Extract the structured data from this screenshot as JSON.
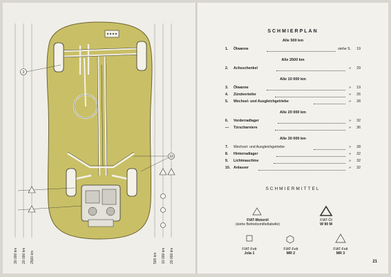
{
  "left_page": {
    "diagram_markers": {
      "circle_2": "2",
      "circle_10": "10"
    },
    "interval_labels": [
      {
        "text": "30 000 km"
      },
      {
        "text": "20 000 km"
      },
      {
        "text": "2500 km"
      },
      {
        "text": "500 km"
      },
      {
        "text": "10 000 km"
      },
      {
        "text": "20 000 km"
      }
    ]
  },
  "right_page": {
    "title": "SCHMIERPLAN",
    "sections": [
      {
        "heading": "Alle 500 km",
        "rows": [
          {
            "num": "1.",
            "label": "Ölwanne",
            "ref": "siehe S.",
            "page": "19"
          }
        ]
      },
      {
        "heading": "Alle 2500 km",
        "rows": [
          {
            "num": "2.",
            "label": "Achsschenkel",
            "ref": "»",
            "page": "29"
          }
        ]
      },
      {
        "heading": "Alle 10 000 km",
        "rows": [
          {
            "num": "3.",
            "label": "Ölwanne",
            "ref": "»",
            "page": "19"
          },
          {
            "num": "4.",
            "label": "Zündverteiler",
            "ref": "»",
            "page": "26"
          },
          {
            "num": "5.",
            "label": "Wechsel- und Ausgleichgetriebe",
            "ref": "»",
            "page": "28"
          }
        ]
      },
      {
        "heading": "Alle 20 000 km",
        "rows": [
          {
            "num": "6.",
            "label": "Vorderradlager",
            "ref": "»",
            "page": "32"
          },
          {
            "num": "—",
            "label": "Türscharniere",
            "ref": "»",
            "page": "36"
          }
        ]
      },
      {
        "heading": "Alle 30 000 km",
        "rows": [
          {
            "num": "7.",
            "label": "Wechsel- und Ausgleichgetriebe",
            "ref": "»",
            "page": "28"
          },
          {
            "num": "8.",
            "label": "Hinterradlager",
            "ref": "»",
            "page": "32"
          },
          {
            "num": "9.",
            "label": "Lichtmaschine",
            "ref": "»",
            "page": "32"
          },
          {
            "num": "10.",
            "label": "Anlasser",
            "ref": "»",
            "page": "32"
          }
        ]
      }
    ],
    "lubricants_title": "SCHMIERMITTEL",
    "lubricants": {
      "motor_oil": {
        "line1": "FIAT-Motoröl",
        "line2": "(siehe Betriebsmitteltabelle)"
      },
      "gear_oil": {
        "line1": "FIAT-Öl",
        "line2": "W 90 M"
      },
      "grease_jola": {
        "line1": "FIAT-Fett",
        "line2": "Jola 1"
      },
      "grease_mr2": {
        "line1": "FIAT-Fett",
        "line2": "MR 2"
      },
      "grease_mr3": {
        "line1": "FIAT-Fett",
        "line2": "MR 3"
      }
    },
    "page_number": "21"
  },
  "colors": {
    "body_fill": "#c9bf66",
    "body_stroke": "#6b6330",
    "paper_left": "#f0eee8",
    "paper_right": "#f3f1ec",
    "ink": "#222222"
  }
}
